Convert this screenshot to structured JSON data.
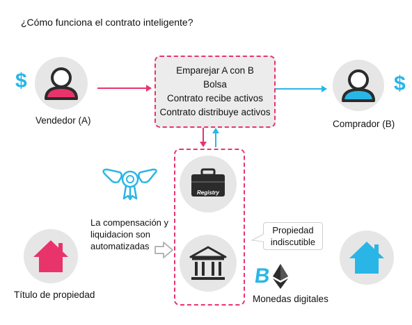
{
  "title": "¿Cómo funciona el contrato inteligente?",
  "seller": {
    "label": "Vendedor (A)",
    "currency_symbol": "$"
  },
  "buyer": {
    "label": "Comprador (B)",
    "currency_symbol": "$"
  },
  "contract_steps": [
    "Emparejar A con B",
    "Bolsa",
    "Contrato recibe activos",
    "Contrato distribuye activos"
  ],
  "registry_label": "Registry",
  "compensation_text": [
    "La compensación y",
    "liquidacion son",
    "automatizadas"
  ],
  "callout_text": [
    "Propiedad",
    "indiscutible"
  ],
  "title_property_label": "Título de propiedad",
  "digital_currencies_label": "Monedas digitales",
  "bitcoin_symbol": "B",
  "colors": {
    "pink": "#e8336b",
    "blue": "#29b6e6",
    "dark": "#2b2b2b",
    "circle_bg": "#e6e6e6",
    "box_bg": "#ececec"
  }
}
